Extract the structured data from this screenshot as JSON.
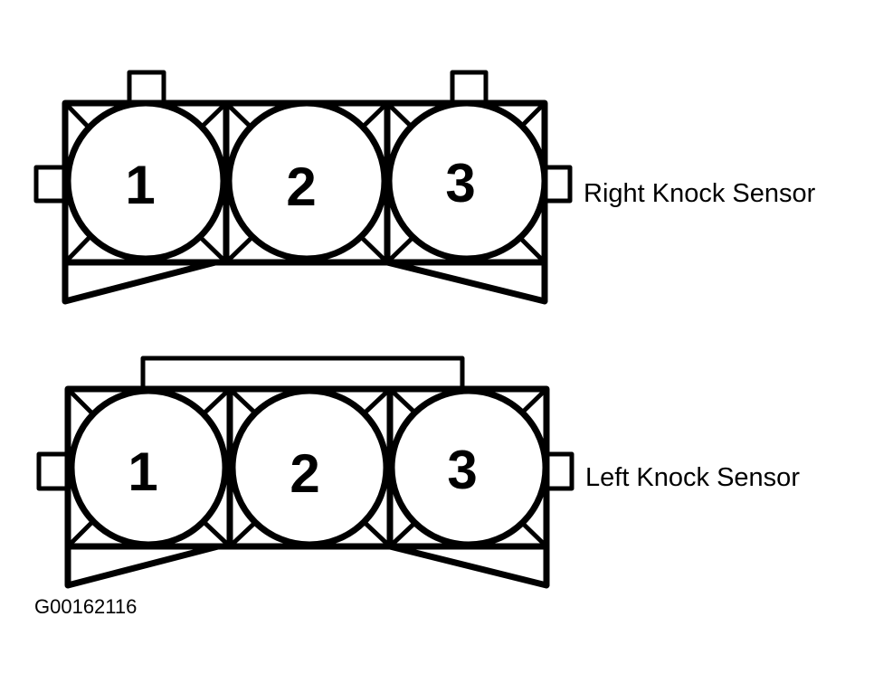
{
  "diagram": {
    "connectors": [
      {
        "label": "Right Knock Sensor",
        "pins": [
          "1",
          "2",
          "3"
        ],
        "latch": "two-tabs"
      },
      {
        "label": "Left Knock Sensor",
        "pins": [
          "1",
          "2",
          "3"
        ],
        "latch": "bar"
      }
    ],
    "figure_id": "G00162116"
  },
  "colors": {
    "ink": "#000000",
    "background": "#ffffff"
  }
}
